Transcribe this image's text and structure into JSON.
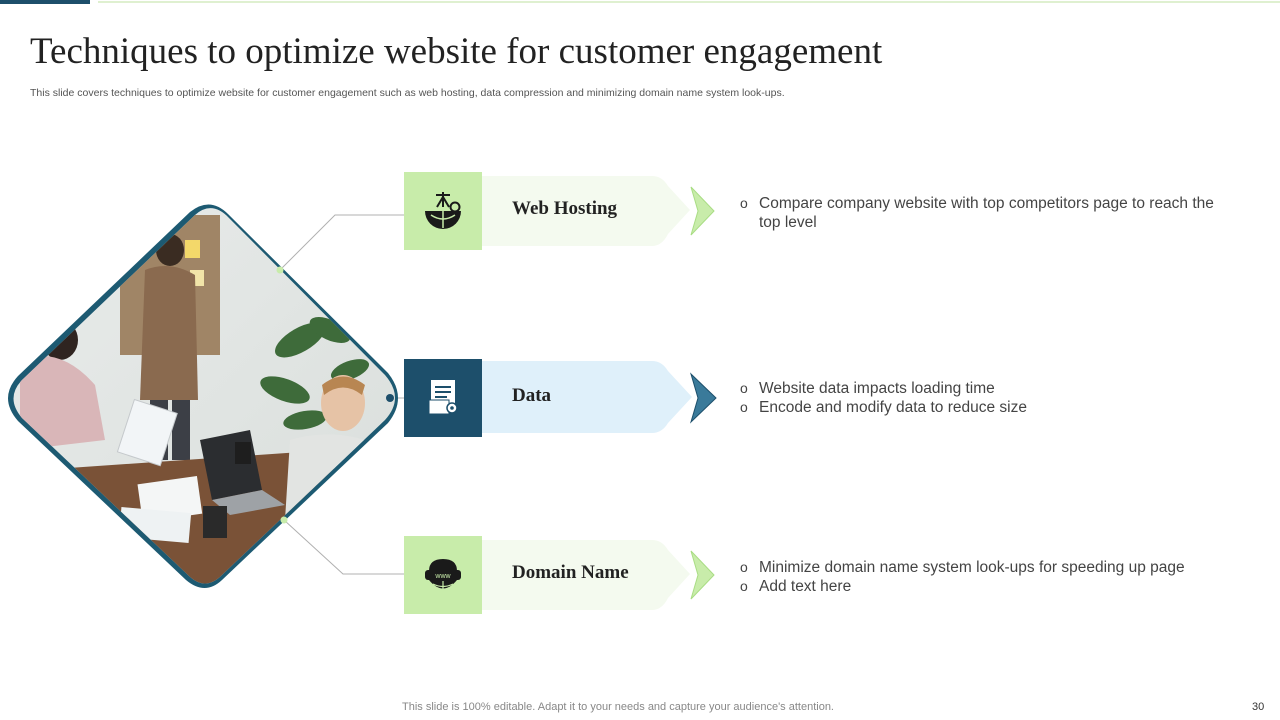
{
  "slide": {
    "title": "Techniques to optimize website for customer engagement",
    "subtitle": "This slide covers techniques to optimize website for customer engagement such as web hosting, data compression and minimizing domain name system look-ups."
  },
  "techniques": [
    {
      "label": "Web Hosting",
      "icon": "web-hosting-icon",
      "theme": "green",
      "bullets": [
        "Compare company website with top competitors page to reach the top level"
      ]
    },
    {
      "label": "Data",
      "icon": "data-document-icon",
      "theme": "blue",
      "bullets": [
        "Website data impacts loading time",
        "Encode and modify data to reduce size"
      ]
    },
    {
      "label": "Domain Name",
      "icon": "www-globe-icon",
      "theme": "green",
      "bullets": [
        "Minimize domain name system look-ups for speeding up page",
        "Add text here"
      ]
    }
  ],
  "bullet_glyph": "o",
  "footer": {
    "note": "This slide is 100% editable. Adapt it to your needs and capture your audience's attention.",
    "page_number": "30"
  },
  "colors": {
    "accent_dark": "#1d4f6b",
    "accent_green": "#c8ecaa",
    "arrow_green": "#f4faef",
    "arrow_blue": "#dff0fa",
    "photo_border": "#1d5a72"
  }
}
